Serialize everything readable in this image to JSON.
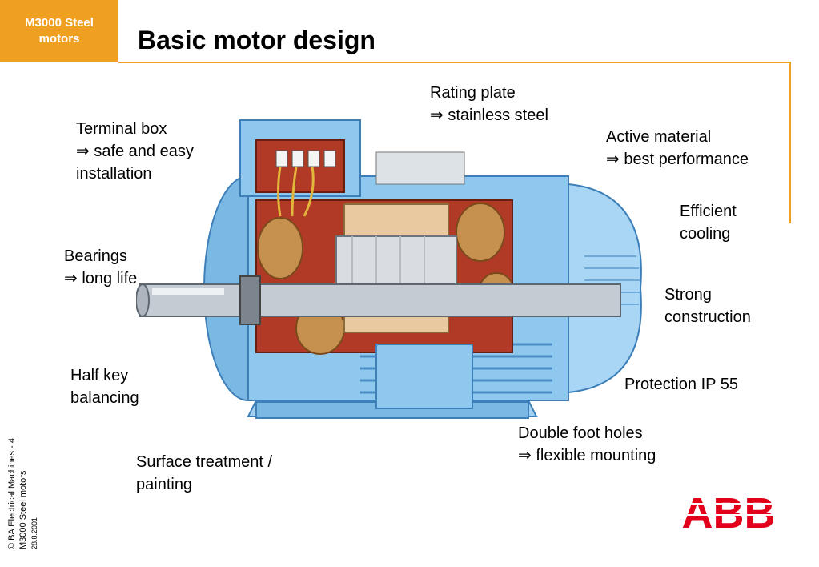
{
  "corner_tab": {
    "line1": "M3000 Steel",
    "line2": "motors"
  },
  "title": "Basic motor design",
  "labels": {
    "rating_plate": [
      "Rating plate",
      "⇒ stainless steel"
    ],
    "terminal_box": [
      "Terminal box",
      "⇒ safe and easy",
      "installation"
    ],
    "active_material": [
      "Active material",
      "⇒ best performance"
    ],
    "efficient_cooling": [
      "Efficient",
      "cooling"
    ],
    "bearings": [
      "Bearings",
      "⇒ long life"
    ],
    "strong_construction": [
      "Strong",
      "construction"
    ],
    "half_key": [
      "Half key",
      "balancing"
    ],
    "protection": [
      "Protection IP 55"
    ],
    "double_foot": [
      "Double foot holes",
      "⇒ flexible mounting"
    ],
    "surface": [
      "Surface treatment /",
      "painting"
    ]
  },
  "footer": {
    "copyright": "© BA Electrical Machines - 4",
    "product": "M3000 Steel motors",
    "date": "28.8.2001"
  },
  "logo_text": "ABB",
  "colors": {
    "accent": "#f0a020",
    "logo_red": "#e2001a",
    "motor_blue": "#8ec8ee"
  }
}
